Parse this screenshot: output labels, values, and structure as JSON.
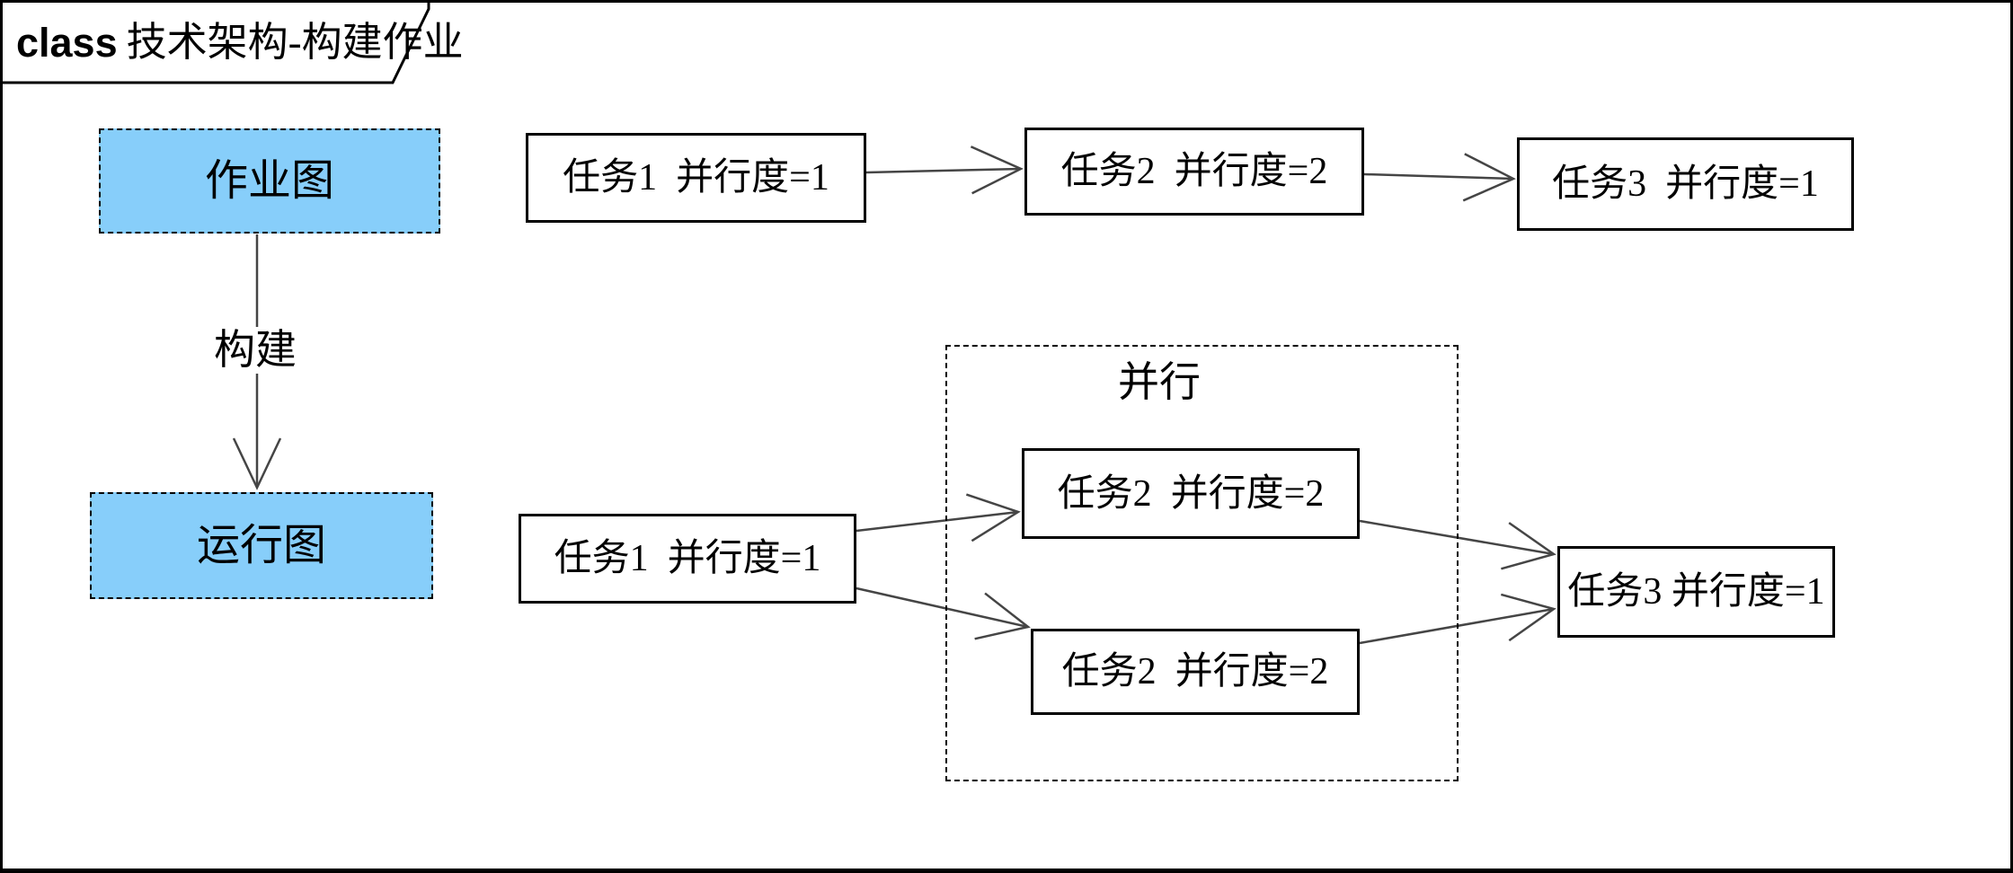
{
  "frame": {
    "keyword": "class",
    "title": "技术架构-构建作业"
  },
  "build_section": {
    "job_graph_label": "作业图",
    "exec_graph_label": "运行图",
    "build_edge_label": "构建"
  },
  "job_graph_flow": {
    "task1": "任务1  并行度=1",
    "task2": "任务2  并行度=2",
    "task3": "任务3  并行度=1"
  },
  "exec_graph_flow": {
    "task1": "任务1  并行度=1",
    "parallel_group_label": "并行",
    "task2_instance_a": "任务2  并行度=2",
    "task2_instance_b": "任务2  并行度=2",
    "task3": "任务3 并行度=1"
  },
  "edges": [
    {
      "from": "作业图",
      "to": "运行图",
      "label": "构建"
    },
    {
      "from": "任务1",
      "to": "任务2",
      "graph": "作业图"
    },
    {
      "from": "任务2",
      "to": "任务3",
      "graph": "作业图"
    },
    {
      "from": "任务1",
      "to": "任务2(实例A)",
      "graph": "运行图"
    },
    {
      "from": "任务1",
      "to": "任务2(实例B)",
      "graph": "运行图"
    },
    {
      "from": "任务2(实例A)",
      "to": "任务3",
      "graph": "运行图"
    },
    {
      "from": "任务2(实例B)",
      "to": "任务3",
      "graph": "运行图"
    }
  ],
  "colors": {
    "background": "#FFFFFF",
    "node_fill_blue": "#87CEFA",
    "box_border": "#000000",
    "connector": "#454545"
  }
}
